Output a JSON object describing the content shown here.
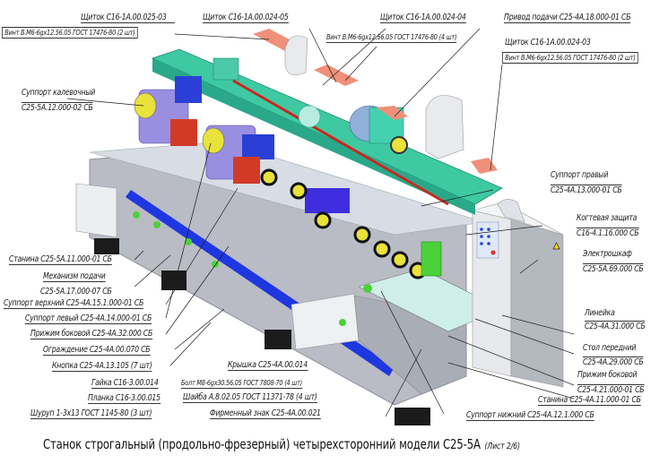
{
  "title": {
    "main": "Станок строгальный (продольно-фрезерный) четырехсторонний модели С25-5А",
    "sheet": "(Лист 2/6)"
  },
  "colors": {
    "frame_gray": "#b9bcc4",
    "beam_teal": "#3ec9a3",
    "motor_blue": "#2b3fd6",
    "support_violet": "#9a8ee0",
    "guard_salmon": "#f0907a",
    "roller_yellow": "#e8e23a",
    "accent_green": "#4bd23a",
    "shaft_red": "#c8281e",
    "stripe_blue": "#1f37e0"
  },
  "callouts": {
    "top": [
      {
        "name": "Щиток С16-1А.00.025-03",
        "sub": "Винт В.М6-6gх12.56.05 ГОСТ 17476-80 (2 шт)"
      },
      {
        "name": "Щиток С16-1А.00.024-05",
        "sub": "Винт В.М6-6gх12.56.05 ГОСТ 17476-80 (4 шт)"
      },
      {
        "name": "Щиток С16-1А.00.024-04"
      },
      {
        "name": "Привод подачи С25-4А.18.000-01 СБ"
      },
      {
        "name": "Щиток С16-1А.00.024-03",
        "sub": "Винт В.М6-6gх12.56.05 ГОСТ 17476-80 (2 шт)"
      }
    ],
    "left": [
      {
        "name": "Суппорт калевочный",
        "code": "С25-5А.12.000-02 СБ"
      },
      {
        "name": "Станина С25-5А.11.000-01 СБ"
      },
      {
        "name": "Механизм подачи",
        "code": "С25-5А.17.000-07 СБ"
      },
      {
        "name": "Суппорт верхний С25-4А.15.1.000-01 СБ"
      },
      {
        "name": "Суппорт левый С25-4А.14.000-01 СБ"
      },
      {
        "name": "Прижим боковой С25-4А.32.000 СБ"
      },
      {
        "name": "Ограждение С25-4А.00.070 СБ"
      },
      {
        "name": "Кнопка С25-4А.13.105 (7 шт)"
      },
      {
        "name": "Гайка С16-3.00.014"
      },
      {
        "name": "Планка С16-3.00.015"
      },
      {
        "name": "Шуруп 1-3х13 ГОСТ 1145-80 (3 шт)"
      }
    ],
    "bottom": [
      {
        "name": "Крышка С25-4А.00.014"
      },
      {
        "name": "Болт М8-6gх30.56.05 ГОСТ 7808-70 (4 шт)"
      },
      {
        "name": "Шайба А.8.02.05 ГОСТ 11371-78 (4 шт)"
      },
      {
        "name": "Фирменный знак С25-4А.00.021"
      },
      {
        "name": "Суппорт нижний С25-4А.12.1.000 СБ"
      }
    ],
    "right": [
      {
        "name": "Суппорт правый",
        "code": "С25-4А.13.000-01 СБ"
      },
      {
        "name": "Когтевая защита",
        "code": "С16-4.1.16.000 СБ"
      },
      {
        "name": "Электрошкаф",
        "code": "С25-5А.69.000 СБ"
      },
      {
        "name": "Линейка",
        "code": "С25-4А.31.000 СБ"
      },
      {
        "name": "Стол передний",
        "code": "С25-4А.29.000 СБ"
      },
      {
        "name": "Прижим боковой",
        "code": "С25-4.21.000-01 СБ"
      },
      {
        "name": "Станина С25-4А.11.000-01 СБ"
      }
    ]
  },
  "icons": {
    "warning": "warning-triangle-icon",
    "logo": "brand-logo-icon"
  }
}
